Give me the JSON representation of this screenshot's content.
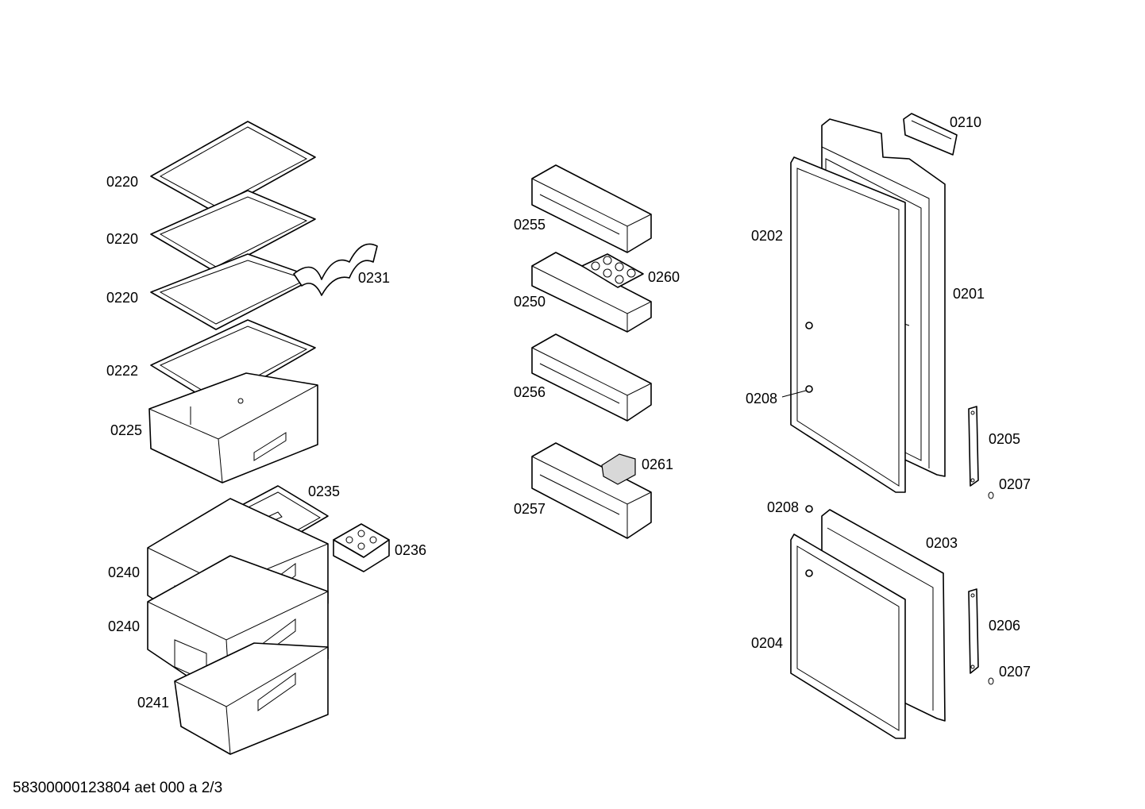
{
  "labels": {
    "l0220a": "0220",
    "l0220b": "0220",
    "l0220c": "0220",
    "l0222": "0222",
    "l0225": "0225",
    "l0231": "0231",
    "l0235": "0235",
    "l0236": "0236",
    "l0240a": "0240",
    "l0240b": "0240",
    "l0241": "0241",
    "l0255": "0255",
    "l0260": "0260",
    "l0250": "0250",
    "l0256": "0256",
    "l0261": "0261",
    "l0257": "0257",
    "l0210": "0210",
    "l0202": "0202",
    "l0201": "0201",
    "l0208a": "0208",
    "l0205": "0205",
    "l0207a": "0207",
    "l0208b": "0208",
    "l0203": "0203",
    "l0204": "0204",
    "l0206": "0206",
    "l0207b": "0207"
  },
  "footer": "58300000123804 aet 000 a 2/3"
}
